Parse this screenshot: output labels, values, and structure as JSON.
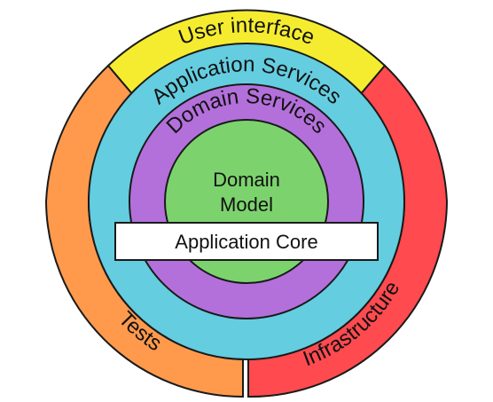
{
  "diagram": {
    "outer_ring": {
      "user_interface": "User interface",
      "tests": "Tests",
      "infrastructure": "Infrastructure"
    },
    "application_services": "Application Services",
    "domain_services": "Domain Services",
    "domain_model": {
      "line1": "Domain",
      "line2": "Model"
    },
    "application_core": "Application Core"
  },
  "colors": {
    "user_interface": "#f5ec2f",
    "tests": "#ff9a4d",
    "infrastructure": "#ff4a4f",
    "application_services": "#64cde0",
    "domain_services": "#b370db",
    "domain_model": "#7cd36e",
    "core_banner": "#ffffff"
  }
}
